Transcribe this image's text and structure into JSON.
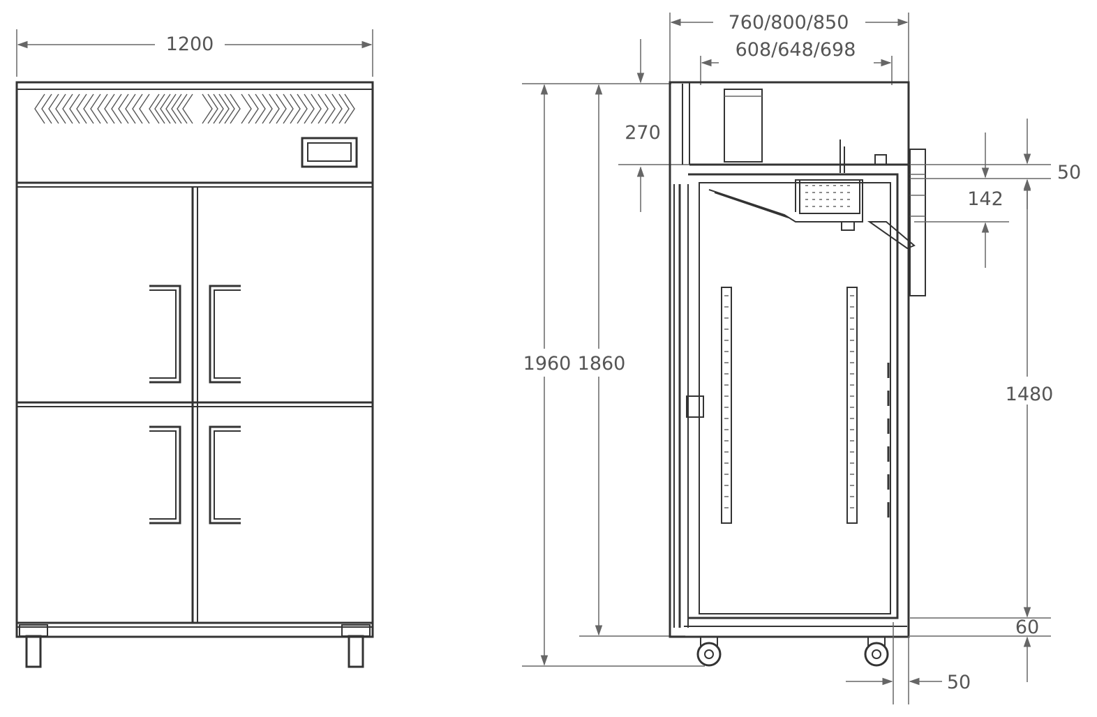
{
  "front_view": {
    "width_label": "1200"
  },
  "side_view": {
    "depth_label": "760/800/850",
    "inner_depth_label": "608/648/698",
    "total_height_label": "1960",
    "body_height_label": "1860",
    "top_unit_height_label": "270",
    "top_offset_label": "50",
    "panel_height_label": "142",
    "side_height_label": "1480",
    "bottom_clearance_label": "60",
    "rear_offset_label": "50"
  },
  "colors": {
    "line": "#333333",
    "dimension_text": "#555555",
    "background": "#ffffff"
  }
}
